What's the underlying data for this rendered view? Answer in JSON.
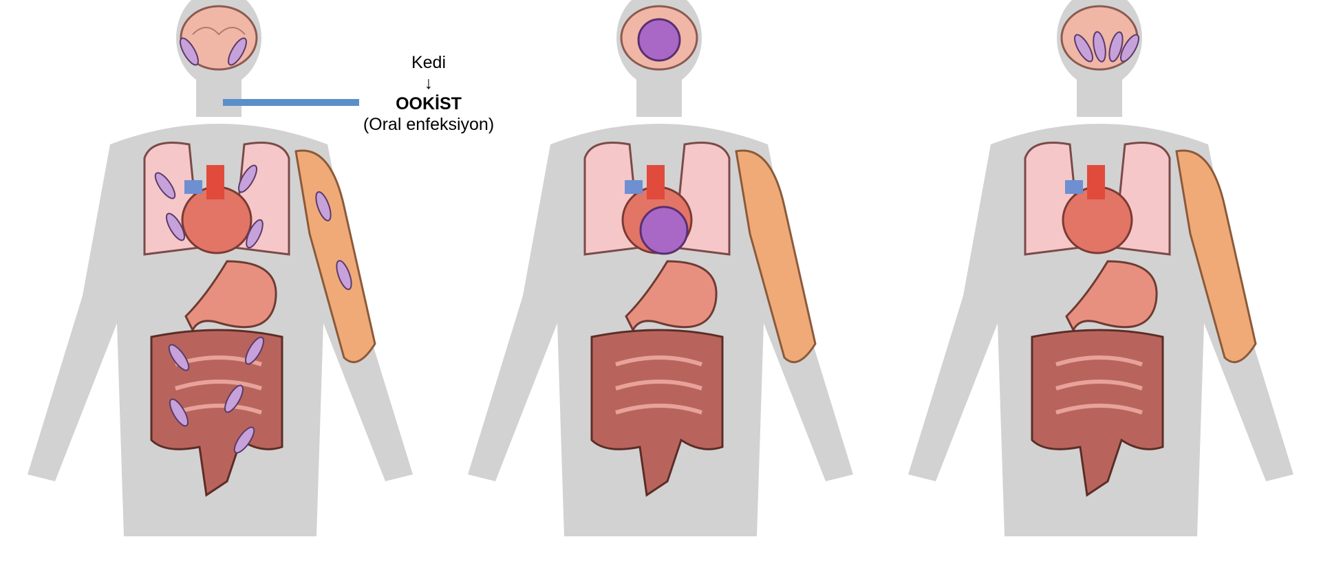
{
  "annotation": {
    "source": "Kedi",
    "arrow": "↓",
    "form": "OOKİST",
    "route": "(Oral enfeksiyon)"
  },
  "colors": {
    "silhouette": "#d2d2d2",
    "brain": "#f0b7a6",
    "lung": "#f6c7c8",
    "heart": "#e27566",
    "stomach": "#e8907f",
    "intestine": "#b8645c",
    "muscle": "#efaa78",
    "parasite": "#c7a1d9",
    "cyst": "#a968c5",
    "pointer": "#5b8fc9"
  }
}
